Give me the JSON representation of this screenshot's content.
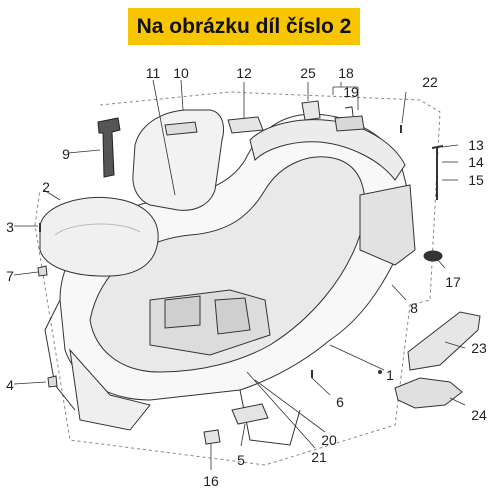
{
  "banner": {
    "text": "Na obrázku díl číslo 2",
    "color": "#f7c600"
  },
  "callouts": [
    {
      "id": "1",
      "text": "1"
    },
    {
      "id": "2",
      "text": "2"
    },
    {
      "id": "3",
      "text": "3"
    },
    {
      "id": "4",
      "text": "4"
    },
    {
      "id": "5",
      "text": "5"
    },
    {
      "id": "6",
      "text": "6"
    },
    {
      "id": "7",
      "text": "7"
    },
    {
      "id": "8",
      "text": "8"
    },
    {
      "id": "9",
      "text": "9"
    },
    {
      "id": "10",
      "text": "10"
    },
    {
      "id": "11",
      "text": "11"
    },
    {
      "id": "12",
      "text": "12"
    },
    {
      "id": "13",
      "text": "13"
    },
    {
      "id": "14",
      "text": "14"
    },
    {
      "id": "15",
      "text": "15"
    },
    {
      "id": "16",
      "text": "16"
    },
    {
      "id": "17",
      "text": "17"
    },
    {
      "id": "18",
      "text": "18"
    },
    {
      "id": "19",
      "text": "19"
    },
    {
      "id": "20",
      "text": "20"
    },
    {
      "id": "21",
      "text": "21"
    },
    {
      "id": "22",
      "text": "22"
    },
    {
      "id": "23",
      "text": "23"
    },
    {
      "id": "24",
      "text": "24"
    },
    {
      "id": "25",
      "text": "25"
    }
  ]
}
